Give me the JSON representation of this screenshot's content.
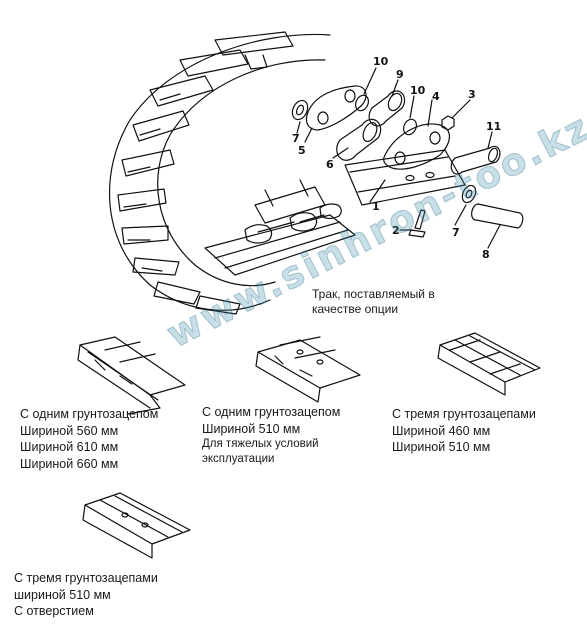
{
  "option_note": {
    "line1": "Трак, поставляемый в",
    "line2": "качестве опции"
  },
  "callouts": [
    "1",
    "2",
    "3",
    "4",
    "5",
    "6",
    "7",
    "7",
    "8",
    "9",
    "10",
    "10",
    "11"
  ],
  "captions": {
    "single_grouser_wide": {
      "line1": "С одним грунтозацепом",
      "line2": "Шириной 560 мм",
      "line3": "Шириной 610 мм",
      "line4": "Шириной 660 мм"
    },
    "single_grouser_heavy": {
      "line1": "С одним грунтозацепом",
      "line2": "Шириной 510 мм",
      "line3": "Для тяжелых условий",
      "line4": "эксплуатации"
    },
    "triple_grouser": {
      "line1": "С тремя грунтозацепами",
      "line2": "Шириной 460 мм",
      "line3": "Шириной 510 мм"
    },
    "triple_grouser_hole": {
      "line1": "С тремя грунтозацепами",
      "line2": "шириной 510 мм",
      "line3": "С отверстием"
    }
  },
  "watermark": "www.sinhron-too.kz"
}
